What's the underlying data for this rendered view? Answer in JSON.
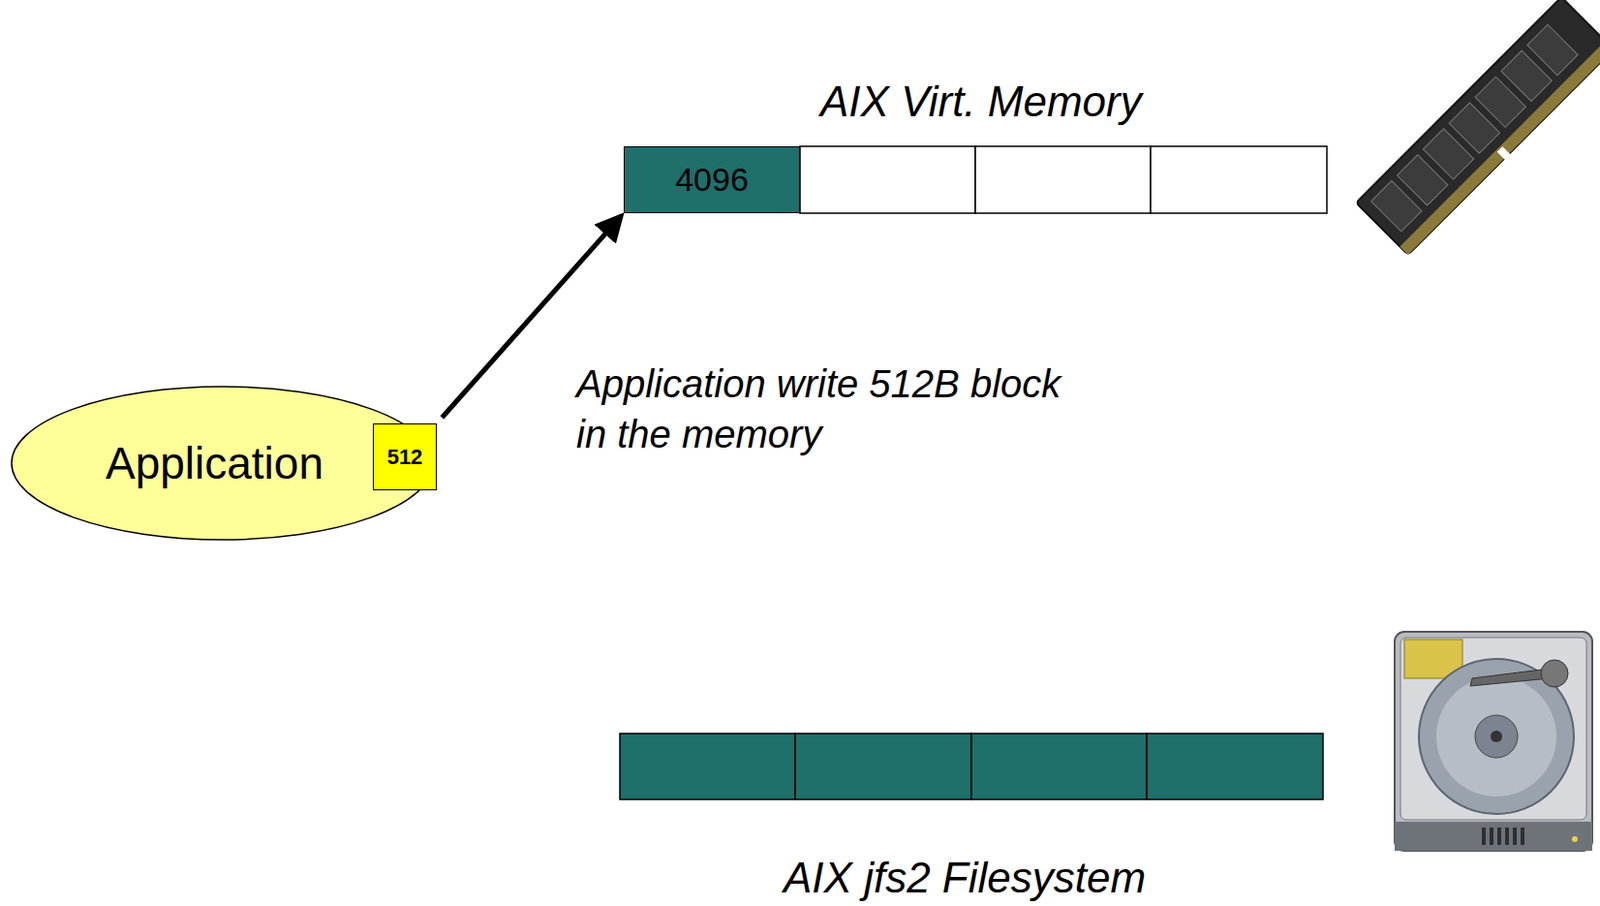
{
  "diagram": {
    "nodes": [
      {
        "text": [
          "4096"
        ]
      },
      {
        "text": [
          "Application"
        ]
      },
      {
        "text": [
          "512"
        ],
        "in": 1
      }
    ],
    "edges": [
      {
        "from": 2,
        "to": 0,
        "arrow": "to"
      }
    ],
    "labels": [
      "AIX Virt. Memory",
      "Application write 512B block in the memory",
      "AIX jfs2 Filesystem"
    ]
  }
}
